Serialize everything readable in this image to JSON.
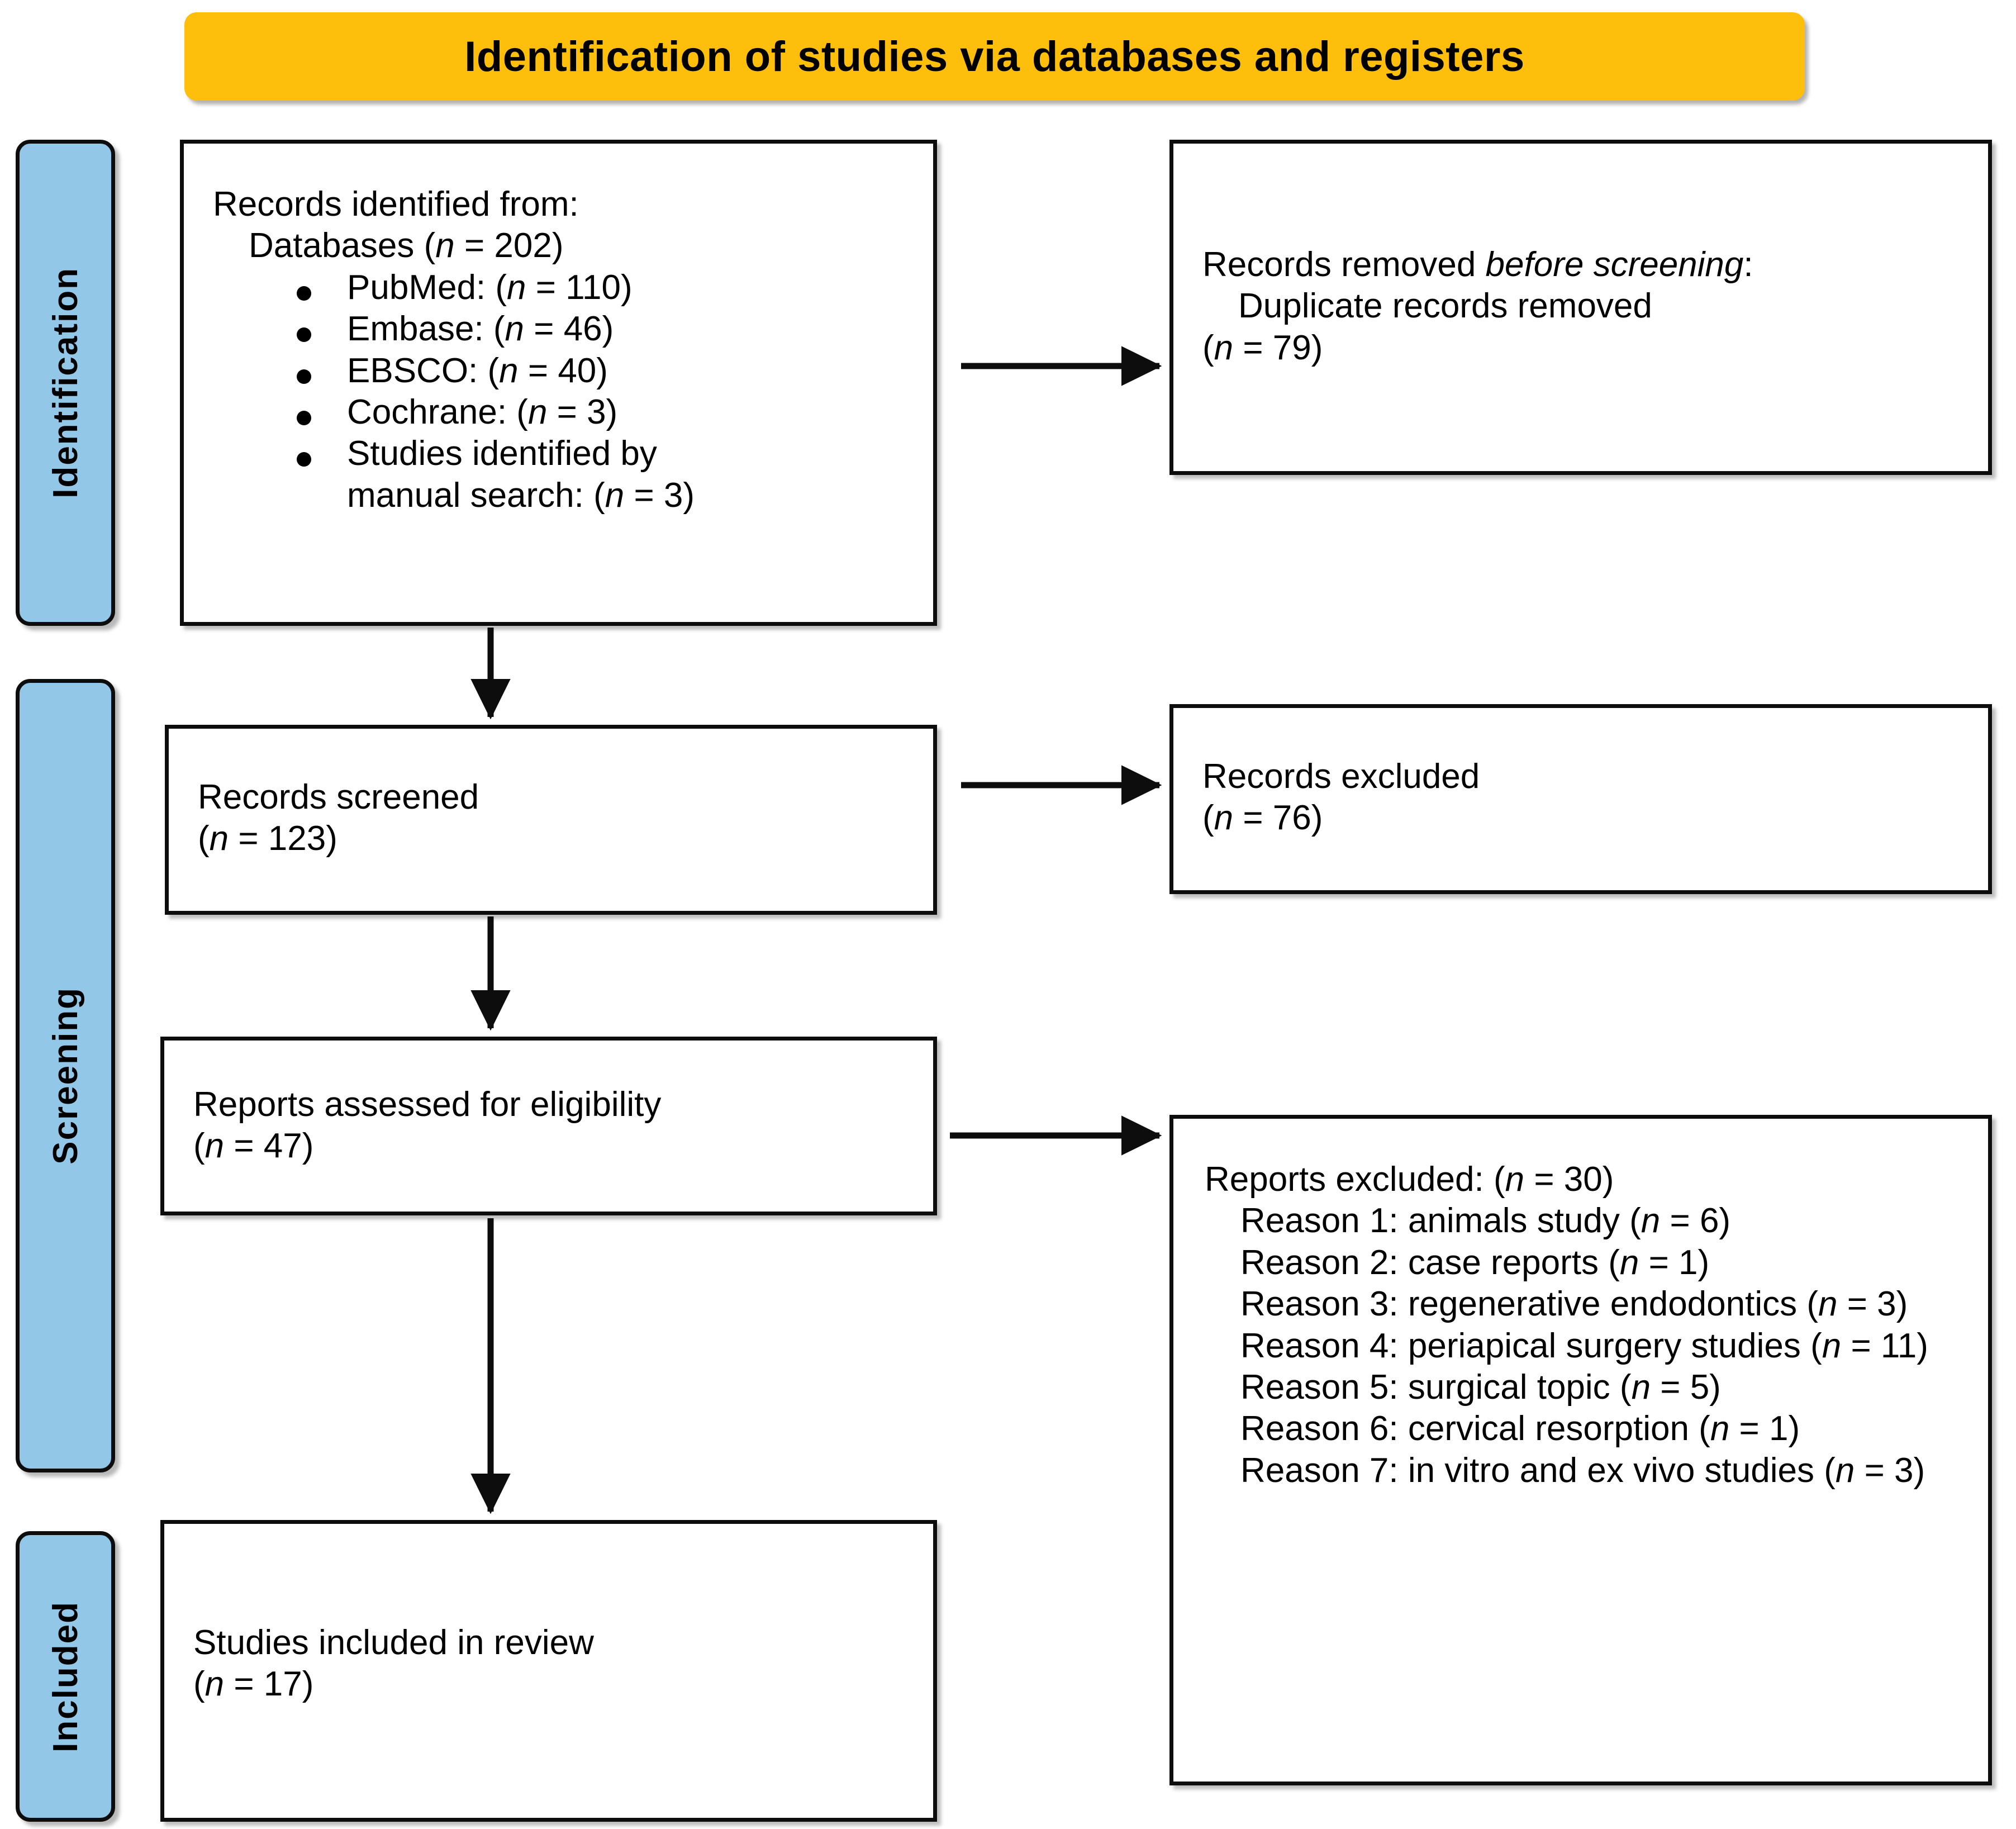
{
  "title": {
    "text": "Identification of studies via databases and registers",
    "banner_color": "#FDBF0B"
  },
  "stages": {
    "accent_color": "#93C7E8",
    "identification": "Identification",
    "screening": "Screening",
    "included": "Included"
  },
  "boxes": {
    "identified": {
      "heading": "Records identified from:",
      "subheading": "Databases (n = 202)",
      "bullets": [
        "PubMed: (n = 110)",
        "Embase: (n = 46)",
        "EBSCO: (n = 40)",
        "Cochrane: (n = 3)",
        "Studies identified by manual search: (n = 3)"
      ]
    },
    "removed": {
      "heading_prefix": "Records removed ",
      "heading_italic": "before screening",
      "heading_suffix": ":",
      "line2": "Duplicate records removed",
      "line3": "(n = 79)"
    },
    "screened": {
      "line1": "Records screened",
      "line2": "(n = 123)"
    },
    "excluded": {
      "line1": "Records excluded",
      "line2": "(n = 76)"
    },
    "assessed": {
      "line1": "Reports assessed for eligibility",
      "line2": "(n = 47)"
    },
    "reports_excluded": {
      "heading": "Reports excluded: (n = 30)",
      "reasons": [
        "Reason 1: animals study (n = 6)",
        "Reason 2: case reports (n = 1)",
        "Reason 3: regenerative endodontics (n = 3)",
        "Reason 4: periapical surgery studies (n = 11)",
        "Reason 5: surgical topic (n = 5)",
        "Reason 6: cervical resorption (n = 1)",
        "Reason 7: in vitro and ex vivo studies (n = 3)"
      ]
    },
    "included": {
      "line1": "Studies included in review",
      "line2": "(n = 17)"
    }
  }
}
